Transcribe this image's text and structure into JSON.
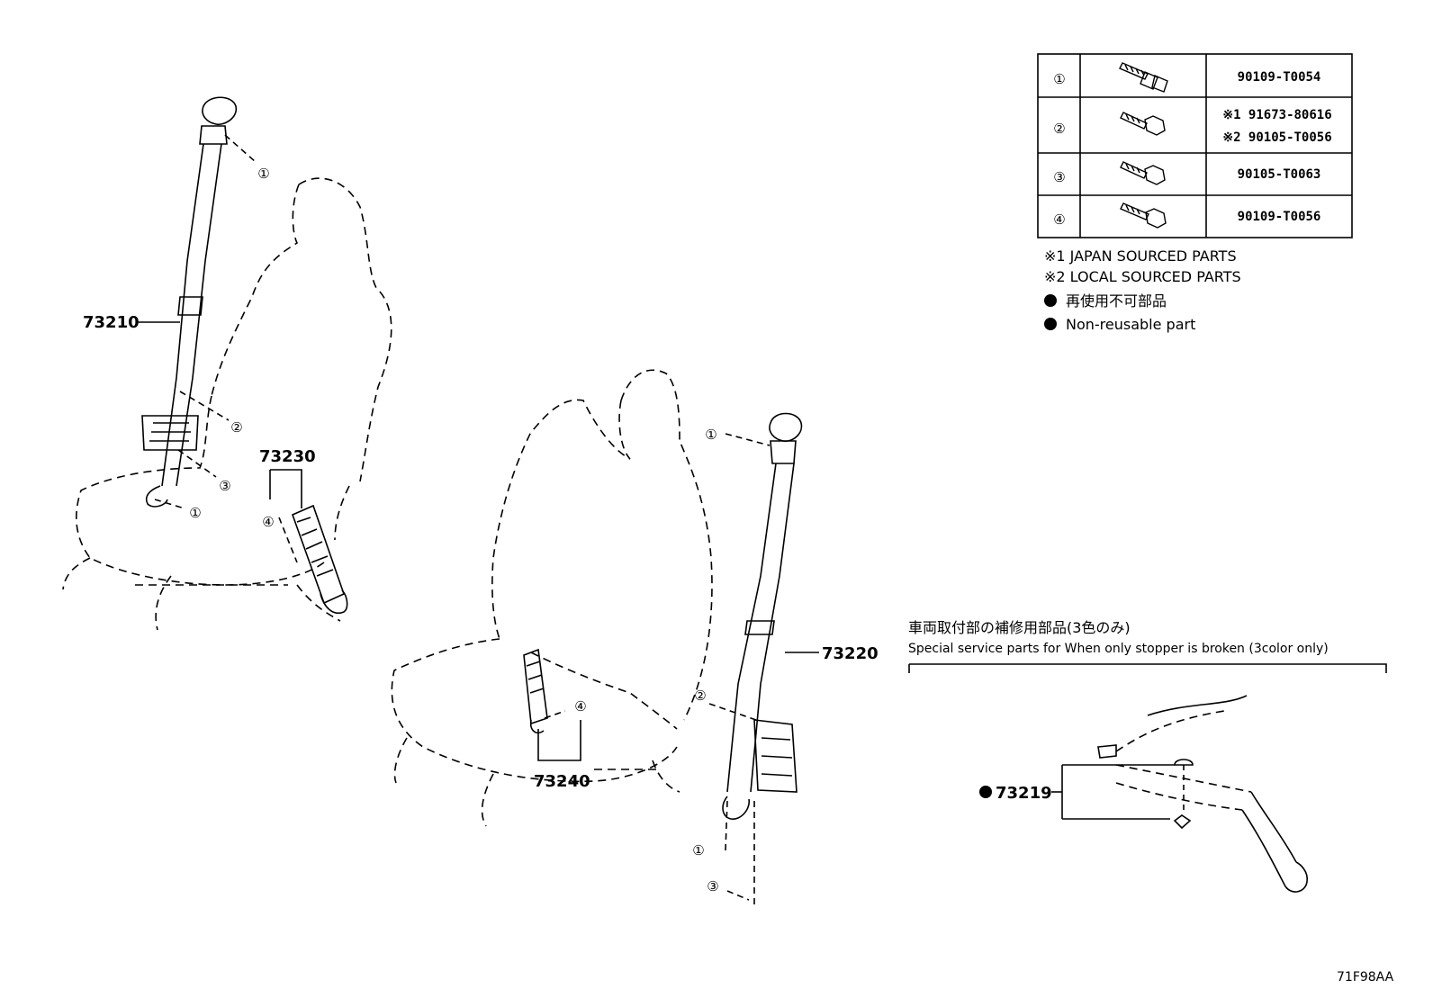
{
  "parts": {
    "p73210": "73210",
    "p73230": "73230",
    "p73220": "73220",
    "p73240": "73240",
    "p73219": "73219"
  },
  "callouts": {
    "c1": "①",
    "c2": "②",
    "c3": "③",
    "c4": "④"
  },
  "table": {
    "rows": [
      {
        "num": "①",
        "codes": [
          "90109-T0054"
        ]
      },
      {
        "num": "②",
        "codes": [
          "※1 91673-80616",
          "※2 90105-T0056"
        ]
      },
      {
        "num": "③",
        "codes": [
          "90105-T0063"
        ]
      },
      {
        "num": "④",
        "codes": [
          "90109-T0056"
        ]
      }
    ]
  },
  "notes": {
    "japan": "※1 JAPAN SOURCED PARTS",
    "local": "※2 LOCAL SOURCED PARTS",
    "nonreuse_jp": "再使用不可部品",
    "nonreuse_en": "Non-reusable part"
  },
  "service": {
    "title_jp": "車両取付部の補修用部品(3色のみ)",
    "title_en": "Special service parts for When only stopper is broken (3color only)"
  },
  "reference": "71F98AA"
}
